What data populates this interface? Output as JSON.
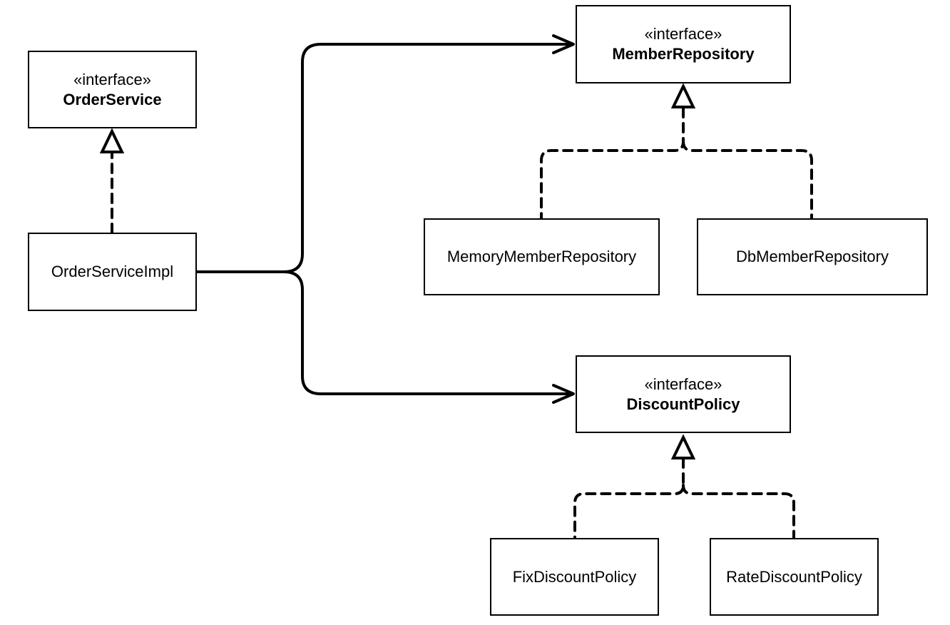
{
  "diagram": {
    "order_service": {
      "stereotype": "«interface»",
      "name": "OrderService"
    },
    "order_service_impl": {
      "name": "OrderServiceImpl"
    },
    "member_repository": {
      "stereotype": "«interface»",
      "name": "MemberRepository"
    },
    "memory_member_repository": {
      "name": "MemoryMemberRepository"
    },
    "db_member_repository": {
      "name": "DbMemberRepository"
    },
    "discount_policy": {
      "stereotype": "«interface»",
      "name": "DiscountPolicy"
    },
    "fix_discount_policy": {
      "name": "FixDiscountPolicy"
    },
    "rate_discount_policy": {
      "name": "RateDiscountPolicy"
    }
  },
  "colors": {
    "stroke": "#000000",
    "background": "#ffffff"
  }
}
